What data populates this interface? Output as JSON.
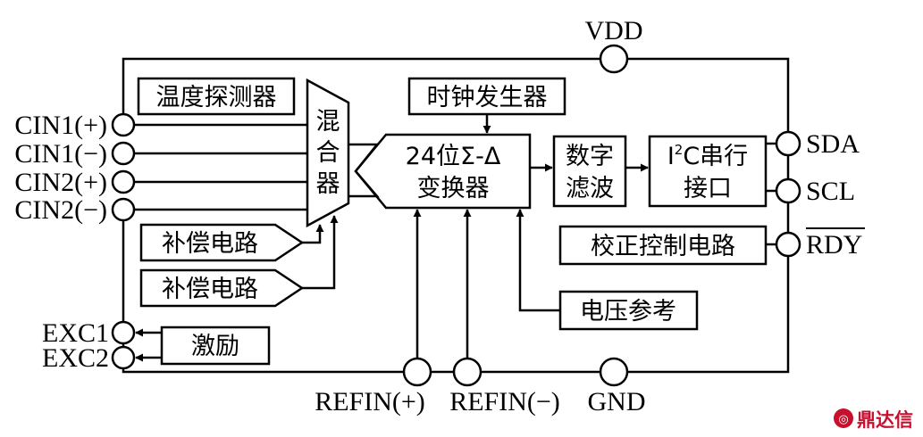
{
  "pins": {
    "vdd": "VDD",
    "cin1p": "CIN1(+)",
    "cin1n": "CIN1(−)",
    "cin2p": "CIN2(+)",
    "cin2n": "CIN2(−)",
    "exc1": "EXC1",
    "exc2": "EXC2",
    "sda": "SDA",
    "scl": "SCL",
    "rdy": "RDY",
    "refinp": "REFIN(+)",
    "refinn": "REFIN(−)",
    "gnd": "GND"
  },
  "blocks": {
    "temp_sensor": "温度探测器",
    "mux_1": "混",
    "mux_2": "合",
    "mux_3": "器",
    "clock": "时钟发生器",
    "adc_line1": "24位Σ-Δ",
    "adc_line2": "变换器",
    "filter_line1": "数字",
    "filter_line2": "滤波",
    "i2c_i": "I",
    "i2c_sup": "2",
    "i2c_rest": "C串行",
    "i2c_line2": "接口",
    "comp1": "补偿电路",
    "comp2": "补偿电路",
    "calib": "校正控制电路",
    "vref": "电压参考",
    "exc": "激励"
  },
  "watermark": "鼎达信"
}
